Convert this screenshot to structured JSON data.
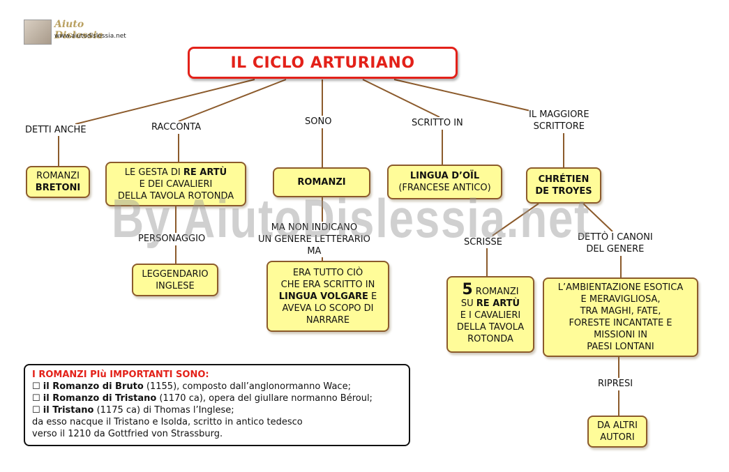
{
  "logo": {
    "title": "Aiuto Dislessia",
    "url": "www.aiutodislessia.net"
  },
  "title": "IL CICLO ARTURIANO",
  "watermark": "By AiutoDislessia.net",
  "branches": {
    "detti_anche": {
      "label": "DETTI ANCHE",
      "node_plain": "ROMANZI",
      "node_bold": "BRETONI"
    },
    "racconta": {
      "label": "RACCONTA",
      "node_l1a": "LE GESTA DI ",
      "node_l1b": "RE ARTÙ",
      "node_l2": "E DEI CAVALIERI",
      "node_l3": "DELLA TAVOLA ROTONDA",
      "sub_label": "PERSONAGGIO",
      "sub_node_l1": "LEGGENDARIO",
      "sub_node_l2": "INGLESE"
    },
    "sono": {
      "label": "SONO",
      "node": "ROMANZI",
      "sub_label_l1": "MA NON INDICANO",
      "sub_label_l2": "UN GENERE LETTERARIO",
      "sub_label_l3": "MA",
      "sub_node_l1": "ERA TUTTO CIÒ",
      "sub_node_l2": "CHE ERA SCRITTO IN",
      "sub_node_l3a": "LINGUA VOLGARE",
      "sub_node_l3b": " E",
      "sub_node_l4": "AVEVA LO SCOPO DI",
      "sub_node_l5": "NARRARE"
    },
    "scritto_in": {
      "label": "SCRITTO IN",
      "node_bold": "LINGUA D’OÏL",
      "node_plain": "(FRANCESE ANTICO)"
    },
    "maggiore": {
      "label_l1": "IL MAGGIORE",
      "label_l2": "SCRITTORE",
      "node_l1": "CHRÉTIEN",
      "node_l2": "DE TROYES",
      "scrisse_label": "SCRISSE",
      "scrisse_node_num": "5",
      "scrisse_node_l1": " ROMANZI",
      "scrisse_node_l2a": "SU ",
      "scrisse_node_l2b": "RE ARTÙ",
      "scrisse_node_l3": "E I CAVALIERI",
      "scrisse_node_l4": "DELLA TAVOLA",
      "scrisse_node_l5": "ROTONDA",
      "canoni_label_l1": "DETTÒ I CANONI",
      "canoni_label_l2": "DEL GENERE",
      "canoni_node_l1": "L’AMBIENTAZIONE ESOTICA",
      "canoni_node_l2": "E MERAVIGLIOSA,",
      "canoni_node_l3": "TRA MAGHI, FATE,",
      "canoni_node_l4": "FORESTE INCANTATE E",
      "canoni_node_l5": "MISSIONI IN",
      "canoni_node_l6": "PAESI LONTANI",
      "ripresi_label": "RIPRESI",
      "ripresi_node_l1": "DA ALTRI",
      "ripresi_node_l2": "AUTORI"
    }
  },
  "bottom": {
    "heading": "I ROMANZI PIù IMPORTANTI SONO:",
    "items": [
      {
        "bullet": "☐ ",
        "bold": "il Romanzo di Bruto",
        "rest": " (1155), composto dall’anglonormanno Wace;"
      },
      {
        "bullet": "☐ ",
        "bold": "il Romanzo di Tristano",
        "rest": " (1170 ca), opera del giullare normanno Béroul;"
      },
      {
        "bullet": "☐ ",
        "bold": "il Tristano",
        "rest": " (1175 ca) di Thomas l’Inglese;"
      }
    ],
    "line4": "da esso nacque il Tristano e Isolda, scritto in antico tedesco",
    "line5": "verso il 1210 da Gottfried von Strassburg."
  },
  "colors": {
    "title": "#e32119",
    "node_fill": "#fffc99",
    "node_border": "#8b5a2b",
    "line": "#8b5a2b"
  }
}
